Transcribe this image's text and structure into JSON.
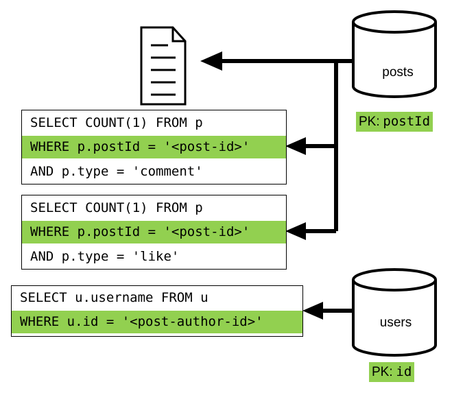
{
  "containers": {
    "posts": {
      "name": "posts",
      "pk_label": "PK:",
      "pk_field": "postId"
    },
    "users": {
      "name": "users",
      "pk_label": "PK:",
      "pk_field": "id"
    }
  },
  "queries": [
    {
      "lines": [
        "SELECT COUNT(1) FROM p",
        "WHERE p.postId = '<post-id>'",
        "AND p.type = 'comment'"
      ]
    },
    {
      "lines": [
        "SELECT COUNT(1) FROM p",
        "WHERE p.postId = '<post-id>'",
        "AND p.type = 'like'"
      ]
    },
    {
      "lines": [
        "SELECT u.username FROM u",
        "WHERE u.id = '<post-author-id>'"
      ]
    }
  ],
  "icons": {
    "document": "document-icon",
    "database": "database-cylinder-icon"
  },
  "colors": {
    "highlight": "#92d050",
    "stroke": "#000000"
  }
}
